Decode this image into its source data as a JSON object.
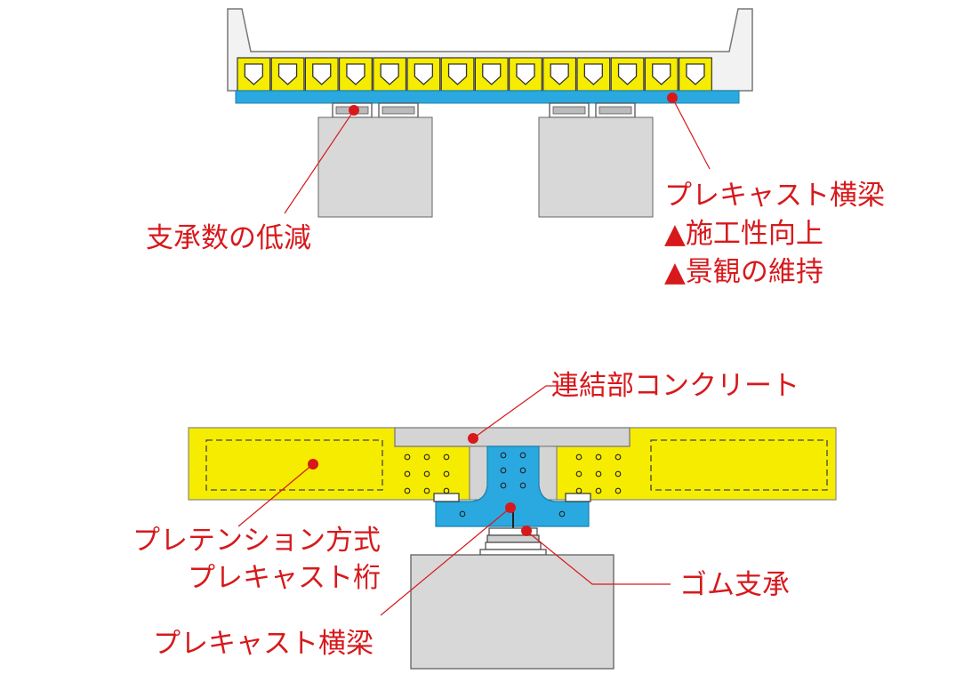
{
  "colors": {
    "beam_yellow": "#f6ec00",
    "crossbeam_blue": "#29a9df",
    "concrete_gray": "#d8d8d8",
    "label_red": "#d7191c",
    "outline": "#555555"
  },
  "top_diagram": {
    "label_bearing_reduction": "支承数の低減",
    "label_precast_crossbeam": "プレキャスト横梁",
    "benefit_1": "▲施工性向上",
    "benefit_2": "▲景観の維持"
  },
  "bottom_diagram": {
    "label_connection_concrete": "連結部コンクリート",
    "label_pretension_line1": "プレテンション方式",
    "label_pretension_line2": "プレキャスト桁",
    "label_precast_crossbeam": "プレキャスト横梁",
    "label_rubber_bearing": "ゴム支承"
  }
}
